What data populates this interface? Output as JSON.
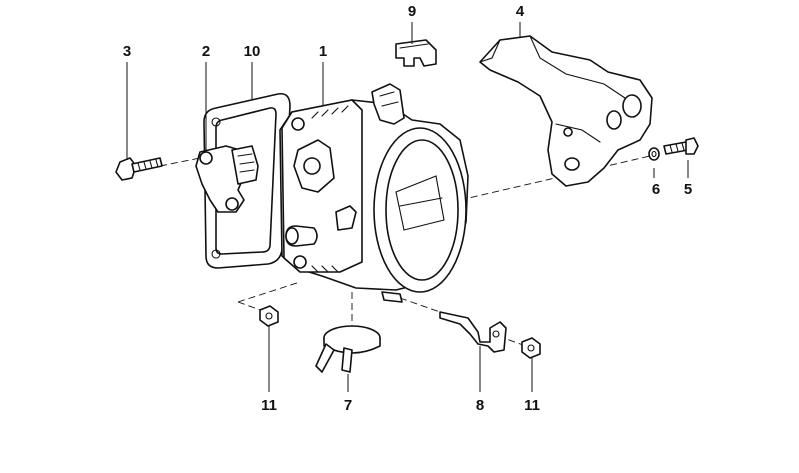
{
  "diagram": {
    "callouts": {
      "p1": "1",
      "p2": "2",
      "p3": "3",
      "p4": "4",
      "p5": "5",
      "p6": "6",
      "p7": "7",
      "p8": "8",
      "p9": "9",
      "p10": "10",
      "p11_left": "11",
      "p11_right": "11"
    }
  }
}
